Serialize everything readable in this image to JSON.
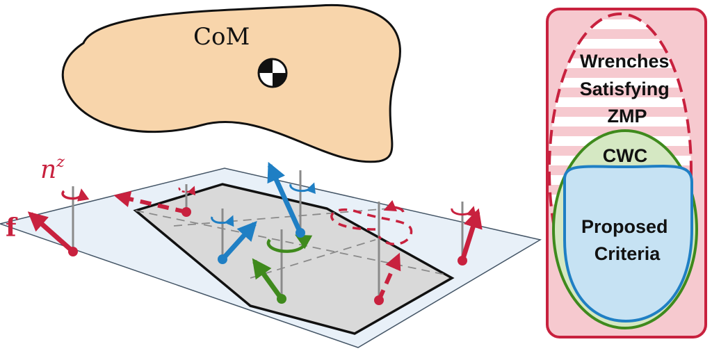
{
  "labels": {
    "com": "CoM",
    "force": "f",
    "torque_symbol": "n",
    "torque_superscript": "z"
  },
  "venn": {
    "zmp_lines": [
      "Wrenches",
      "Satisfying",
      "ZMP"
    ],
    "cwc": "CWC",
    "proposed_lines": [
      "Proposed",
      "Criteria"
    ]
  },
  "colors": {
    "red": "#c8213e",
    "blue": "#1f7fc4",
    "green": "#3f8a1d",
    "body_fill": "#f8d5ab",
    "support_fill": "#d9d9d9",
    "outer_box_fill": "#f6c9cf",
    "cwc_fill": "#d5e8c3",
    "proposed_fill": "#c6e2f3"
  }
}
